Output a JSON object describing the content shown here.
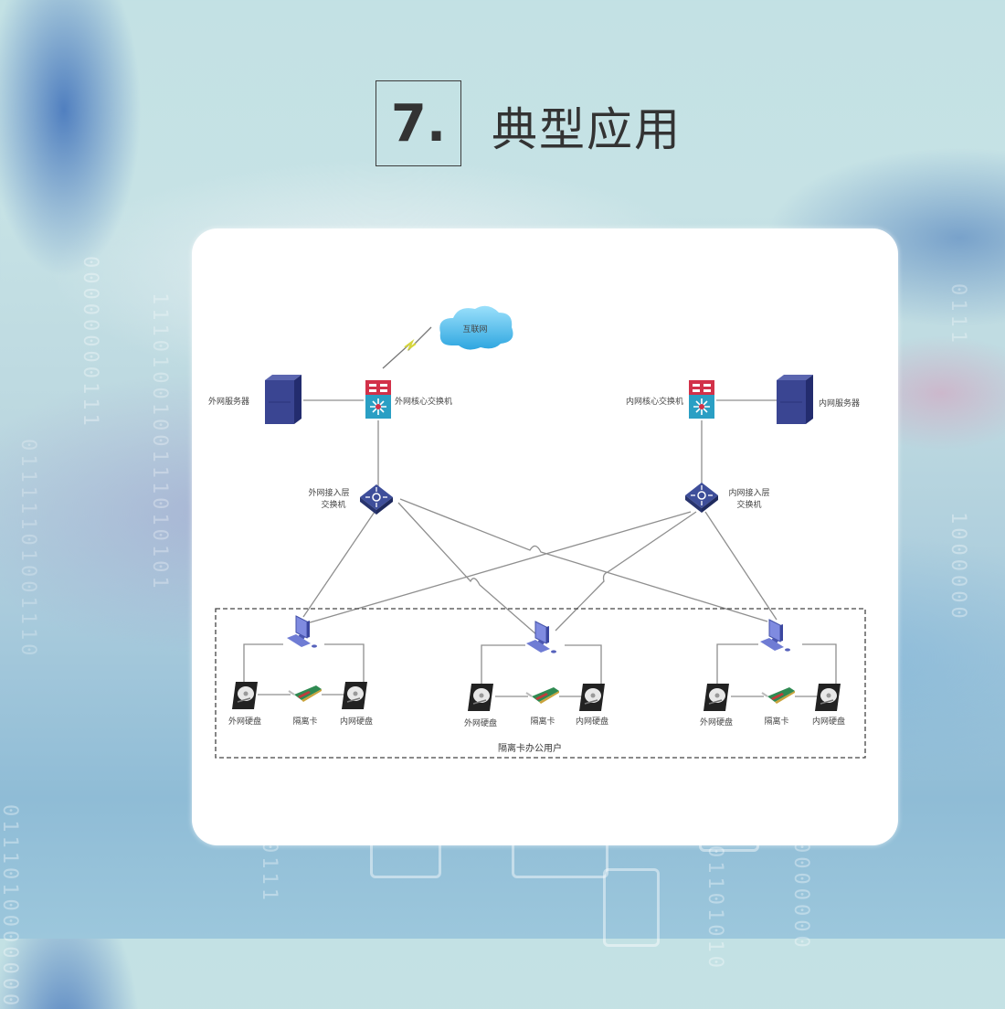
{
  "header": {
    "section_number": "7.",
    "section_title": "典型应用"
  },
  "background": {
    "binary_strings": [
      "00000000111",
      "1110100100111010101",
      "01111101001110",
      "0111010000000",
      "0111",
      "1000000",
      "0111",
      "01101010",
      "0000000"
    ]
  },
  "diagram": {
    "internet_label": "互联网",
    "external_server_label": "外网服务器",
    "external_core_switch_label": "外网核心交换机",
    "internal_core_switch_label": "内网核心交换机",
    "internal_server_label": "内网服务器",
    "external_access_switch_label": [
      "外网接入层",
      "交换机"
    ],
    "internal_access_switch_label": [
      "内网接入层",
      "交换机"
    ],
    "user_group_label": "隔离卡办公用户",
    "workstations": [
      {
        "external_disk": "外网硬盘",
        "isolation_card": "隔离卡",
        "internal_disk": "内网硬盘"
      },
      {
        "external_disk": "外网硬盘",
        "isolation_card": "隔离卡",
        "internal_disk": "内网硬盘"
      },
      {
        "external_disk": "外网硬盘",
        "isolation_card": "隔离卡",
        "internal_disk": "内网硬盘"
      }
    ],
    "colors": {
      "server": "#34408a",
      "core_switch_top": "#d8324a",
      "core_switch_bottom": "#2a9fc4",
      "access_switch": "#3c4c96",
      "cloud": "#4cb6e8",
      "monitor": "#6b78d0",
      "link": "#8a8a8a"
    }
  }
}
